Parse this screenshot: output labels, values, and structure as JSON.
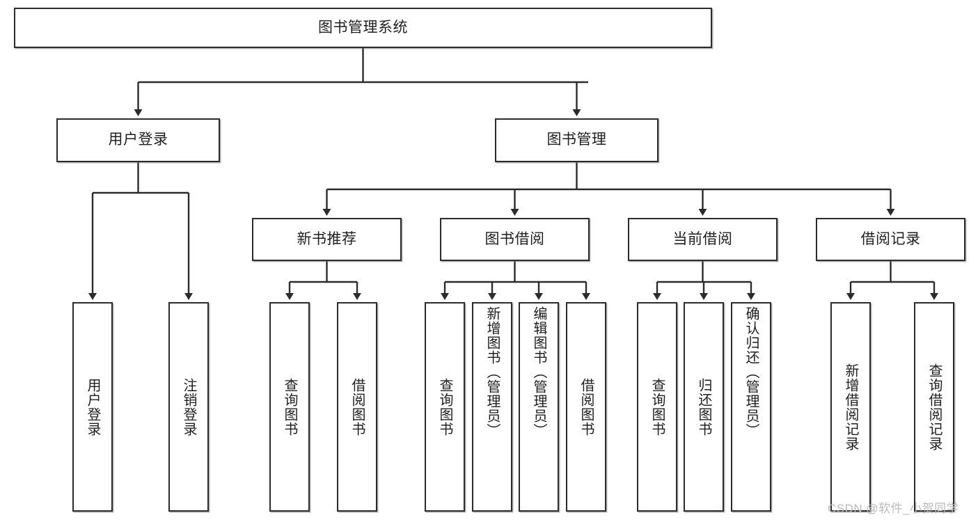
{
  "diagram": {
    "title": "图书管理系统",
    "type": "tree-hierarchy-diagram",
    "colors": {
      "box_border": "#2b2b2b",
      "box_fill": "#ffffff",
      "connector": "#2b2b2b",
      "text": "#1f1f1f",
      "watermark": "#b9b9b9",
      "background": "#ffffff"
    },
    "root": {
      "label": "图书管理系统"
    },
    "level2": [
      {
        "label": "用户登录"
      },
      {
        "label": "图书管理"
      }
    ],
    "level3": [
      {
        "label": "新书推荐"
      },
      {
        "label": "图书借阅"
      },
      {
        "label": "当前借阅"
      },
      {
        "label": "借阅记录"
      }
    ],
    "leaves": {
      "user_login": [
        {
          "label": "用户登录"
        },
        {
          "label": "注销登录"
        }
      ],
      "new_book_recommend": [
        {
          "label": "查询图书"
        },
        {
          "label": "借阅图书"
        }
      ],
      "book_borrow": [
        {
          "label": "查询图书"
        },
        {
          "label": "新增图书（管理员）"
        },
        {
          "label": "编辑图书（管理员）"
        },
        {
          "label": "借阅图书"
        }
      ],
      "current_borrow": [
        {
          "label": "查询图书"
        },
        {
          "label": "归还图书"
        },
        {
          "label": "确认归还（管理员）"
        }
      ],
      "borrow_record": [
        {
          "label": "新增借阅记录"
        },
        {
          "label": "查询借阅记录"
        }
      ]
    }
  },
  "watermark": {
    "text": "CSDN @软件_小贺同学"
  }
}
